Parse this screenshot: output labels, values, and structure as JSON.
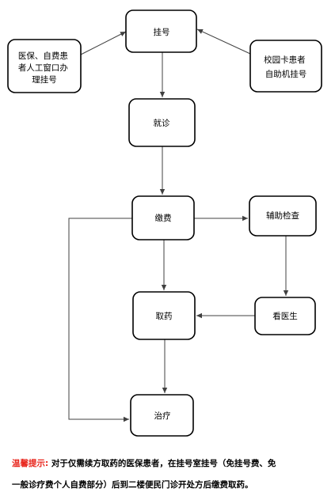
{
  "nodes": {
    "register": [
      "挂号"
    ],
    "manual_window": [
      "医保、自费患",
      "者人工窗口办",
      "理挂号"
    ],
    "self_service": [
      "校园卡患者",
      "自助机挂号"
    ],
    "consult": [
      "就诊"
    ],
    "payment": [
      "缴费"
    ],
    "auxiliary_exam": [
      "辅助检查"
    ],
    "pharmacy": [
      "取药"
    ],
    "see_doctor": [
      "看医生"
    ],
    "treatment": [
      "治疗"
    ]
  },
  "notice": {
    "label": "温馨提示:",
    "line1": "对于仅需续方取药的医保患者，在挂号室挂号（免挂号费、免",
    "line2": "一般诊疗费个人自费部分）后到二楼便民门诊开处方后缴费取药。"
  },
  "colors": {
    "notice_label": "#e8251c",
    "box_border": "#000000",
    "arrow": "#404040"
  }
}
